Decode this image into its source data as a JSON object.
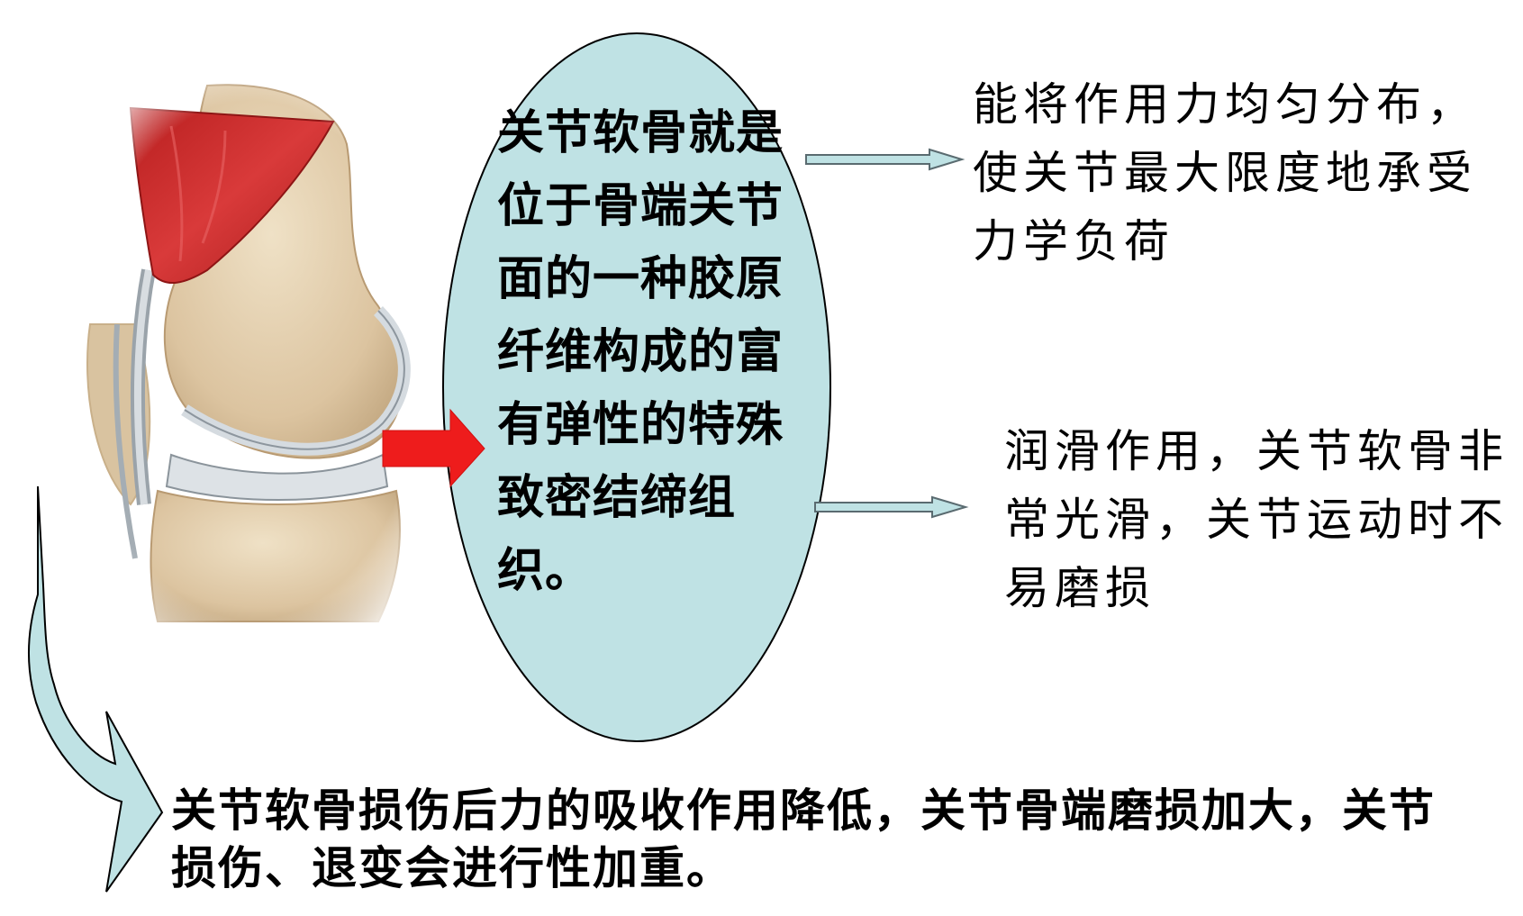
{
  "diagram": {
    "center_text": "关节软骨就是位于骨端关节面的一种胶原纤维构成的富有弹性的特殊致密结缔组织。",
    "function_1": "能将作用力均匀分布，使关节最大限度地承受力学负荷",
    "function_2": "润滑作用，关节软骨非常光滑，关节运动时不易磨损",
    "consequence": "关节软骨损伤后力的吸收作用降低，关节骨端磨损加大，关节损伤、退变会进行性加重。"
  },
  "colors": {
    "ellipse_fill": "#bfe2e4",
    "curved_arrow_fill": "#bfe2e4",
    "pointer_arrow": "#ee1c1c",
    "muscle": "#cc2e2e",
    "bone": "#e6d2b2",
    "cartilage": "#cfd6dc"
  },
  "icons": {
    "illustration": "knee-joint-illustration",
    "pointer": "red-arrow-icon",
    "connector": "connector-arrow-icon",
    "curved": "curved-arrow-icon"
  }
}
